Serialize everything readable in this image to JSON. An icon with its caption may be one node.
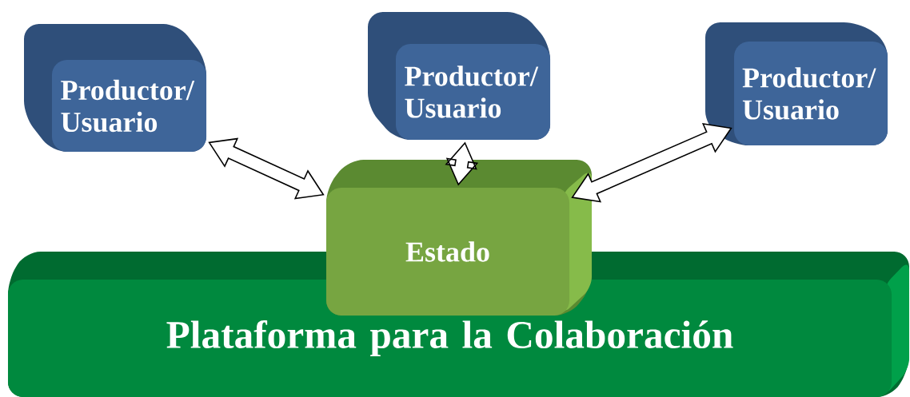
{
  "diagram": {
    "nodes": [
      {
        "text": [
          "Productor/ Usuario"
        ]
      },
      {
        "text": [
          "Productor/ Usuario"
        ]
      },
      {
        "text": [
          "Productor/ Usuario"
        ]
      },
      {
        "text": [
          "Estado"
        ]
      },
      {
        "text": [
          "Plataforma para la Colaboración"
        ]
      }
    ],
    "edges": [
      {
        "from": 0,
        "to": 3,
        "arrow": "both"
      },
      {
        "from": 1,
        "to": 3,
        "arrow": "both"
      },
      {
        "from": 2,
        "to": 3,
        "arrow": "both"
      }
    ]
  }
}
